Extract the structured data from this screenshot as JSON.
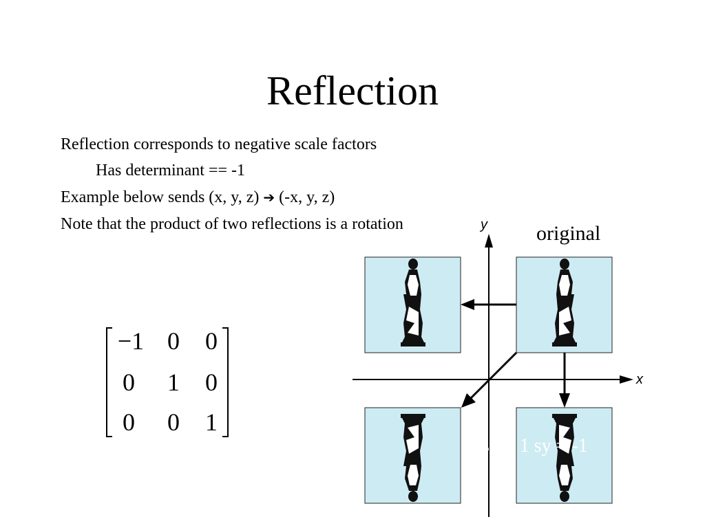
{
  "slide": {
    "title": "Reflection",
    "bullets": [
      "Reflection corresponds to negative scale factors",
      "Has determinant == -1",
      "Example below sends (x, y, z)",
      "(-x, y, z)",
      "Note that the product of two reflections is a rotation"
    ],
    "arrow_icon": "right-arrow-icon"
  },
  "matrix": {
    "rows": [
      [
        "−1",
        "0",
        "0"
      ],
      [
        "0",
        "1",
        "0"
      ],
      [
        "0",
        "0",
        "1"
      ]
    ]
  },
  "figure": {
    "axis_x_label": "x",
    "axis_y_label": "y",
    "original_label": "original",
    "hidden_caption": "sx = 1 sy = -1",
    "panel_fill": "#cdebf2"
  }
}
